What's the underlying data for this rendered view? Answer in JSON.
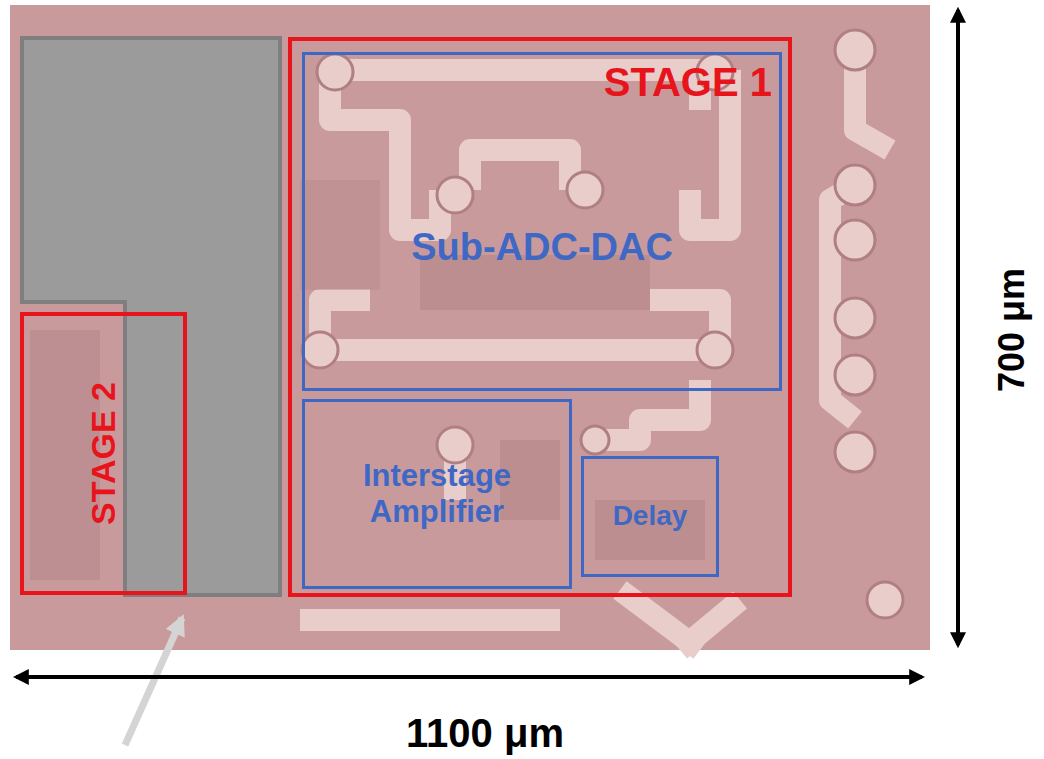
{
  "diagram": {
    "nodes": [
      {
        "text": [
          "STAGE 1"
        ]
      },
      {
        "text": [
          "Sub-ADC-DAC"
        ],
        "in": 0
      },
      {
        "text": [
          "Interstage Amplifier"
        ],
        "in": 0
      },
      {
        "text": [
          "Delay"
        ],
        "in": 0
      },
      {
        "text": [
          "STAGE 2"
        ]
      }
    ],
    "labels": [
      "700 μm",
      "1100 μm"
    ]
  }
}
